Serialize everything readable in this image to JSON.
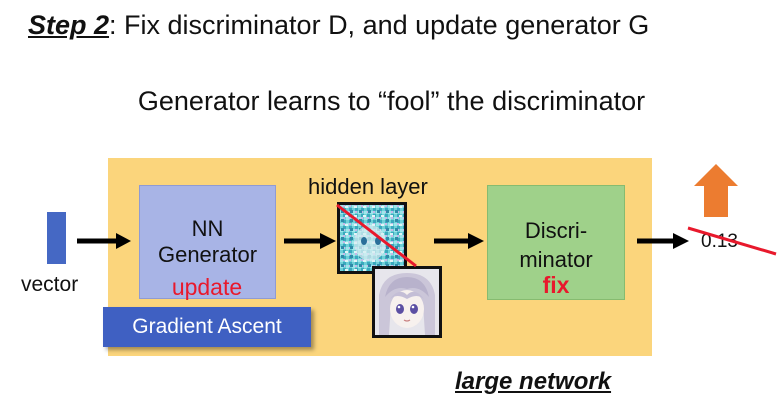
{
  "header": {
    "step": "Step 2",
    "rest": ": Fix discriminator D, and update generator G"
  },
  "subtitle": "Generator learns to “fool” the discriminator",
  "input": {
    "label": "vector"
  },
  "generator": {
    "line1": "NN",
    "line2": "Generator",
    "status": "update"
  },
  "gradient_button": "Gradient Ascent",
  "hidden_layer_label": "hidden layer",
  "discriminator": {
    "line1": "Discri-",
    "line2": "minator",
    "status": "fix"
  },
  "output": {
    "score": "0.13",
    "trend_icon": "up-arrow-icon"
  },
  "network_label": "large network",
  "colors": {
    "large_network": "#fbd57c",
    "generator": "#a8b4e6",
    "discriminator": "#9fd18a",
    "gradient_button": "#3f60c2",
    "status_red": "#e8192c",
    "up_arrow": "#ec7c30"
  }
}
